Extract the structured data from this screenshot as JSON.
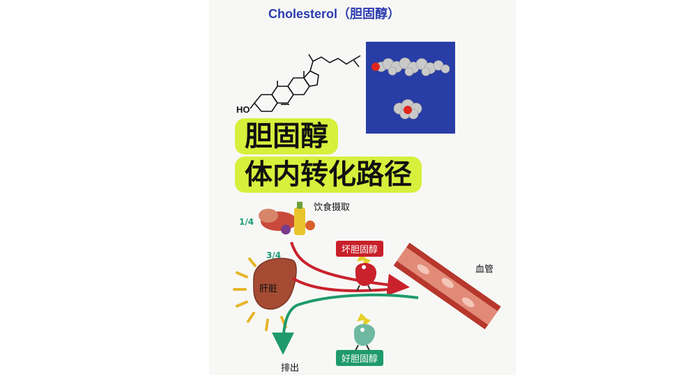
{
  "title": "Cholesterol（胆固醇）",
  "structure": {
    "ho_label": "HO"
  },
  "headline": {
    "line1": "胆固醇",
    "line2": "体内转化路径"
  },
  "diagram": {
    "diet_label": "饮食摄取",
    "diet_fraction": "1/4",
    "liver_fraction": "3/4",
    "liver_label": "肝脏",
    "bad_cholesterol": "坏胆固醇",
    "vessel_label": "血管",
    "good_cholesterol": "好胆固醇",
    "excrete_label": "排出"
  },
  "colors": {
    "title": "#2d3bb0",
    "highlight": "#d6f03c",
    "bad_pill": "#c8202a",
    "good_pill": "#1f9a6c",
    "red_arrow": "#c9222c",
    "green_arrow": "#1f9a6c",
    "molecule_bg": "#283da6"
  }
}
